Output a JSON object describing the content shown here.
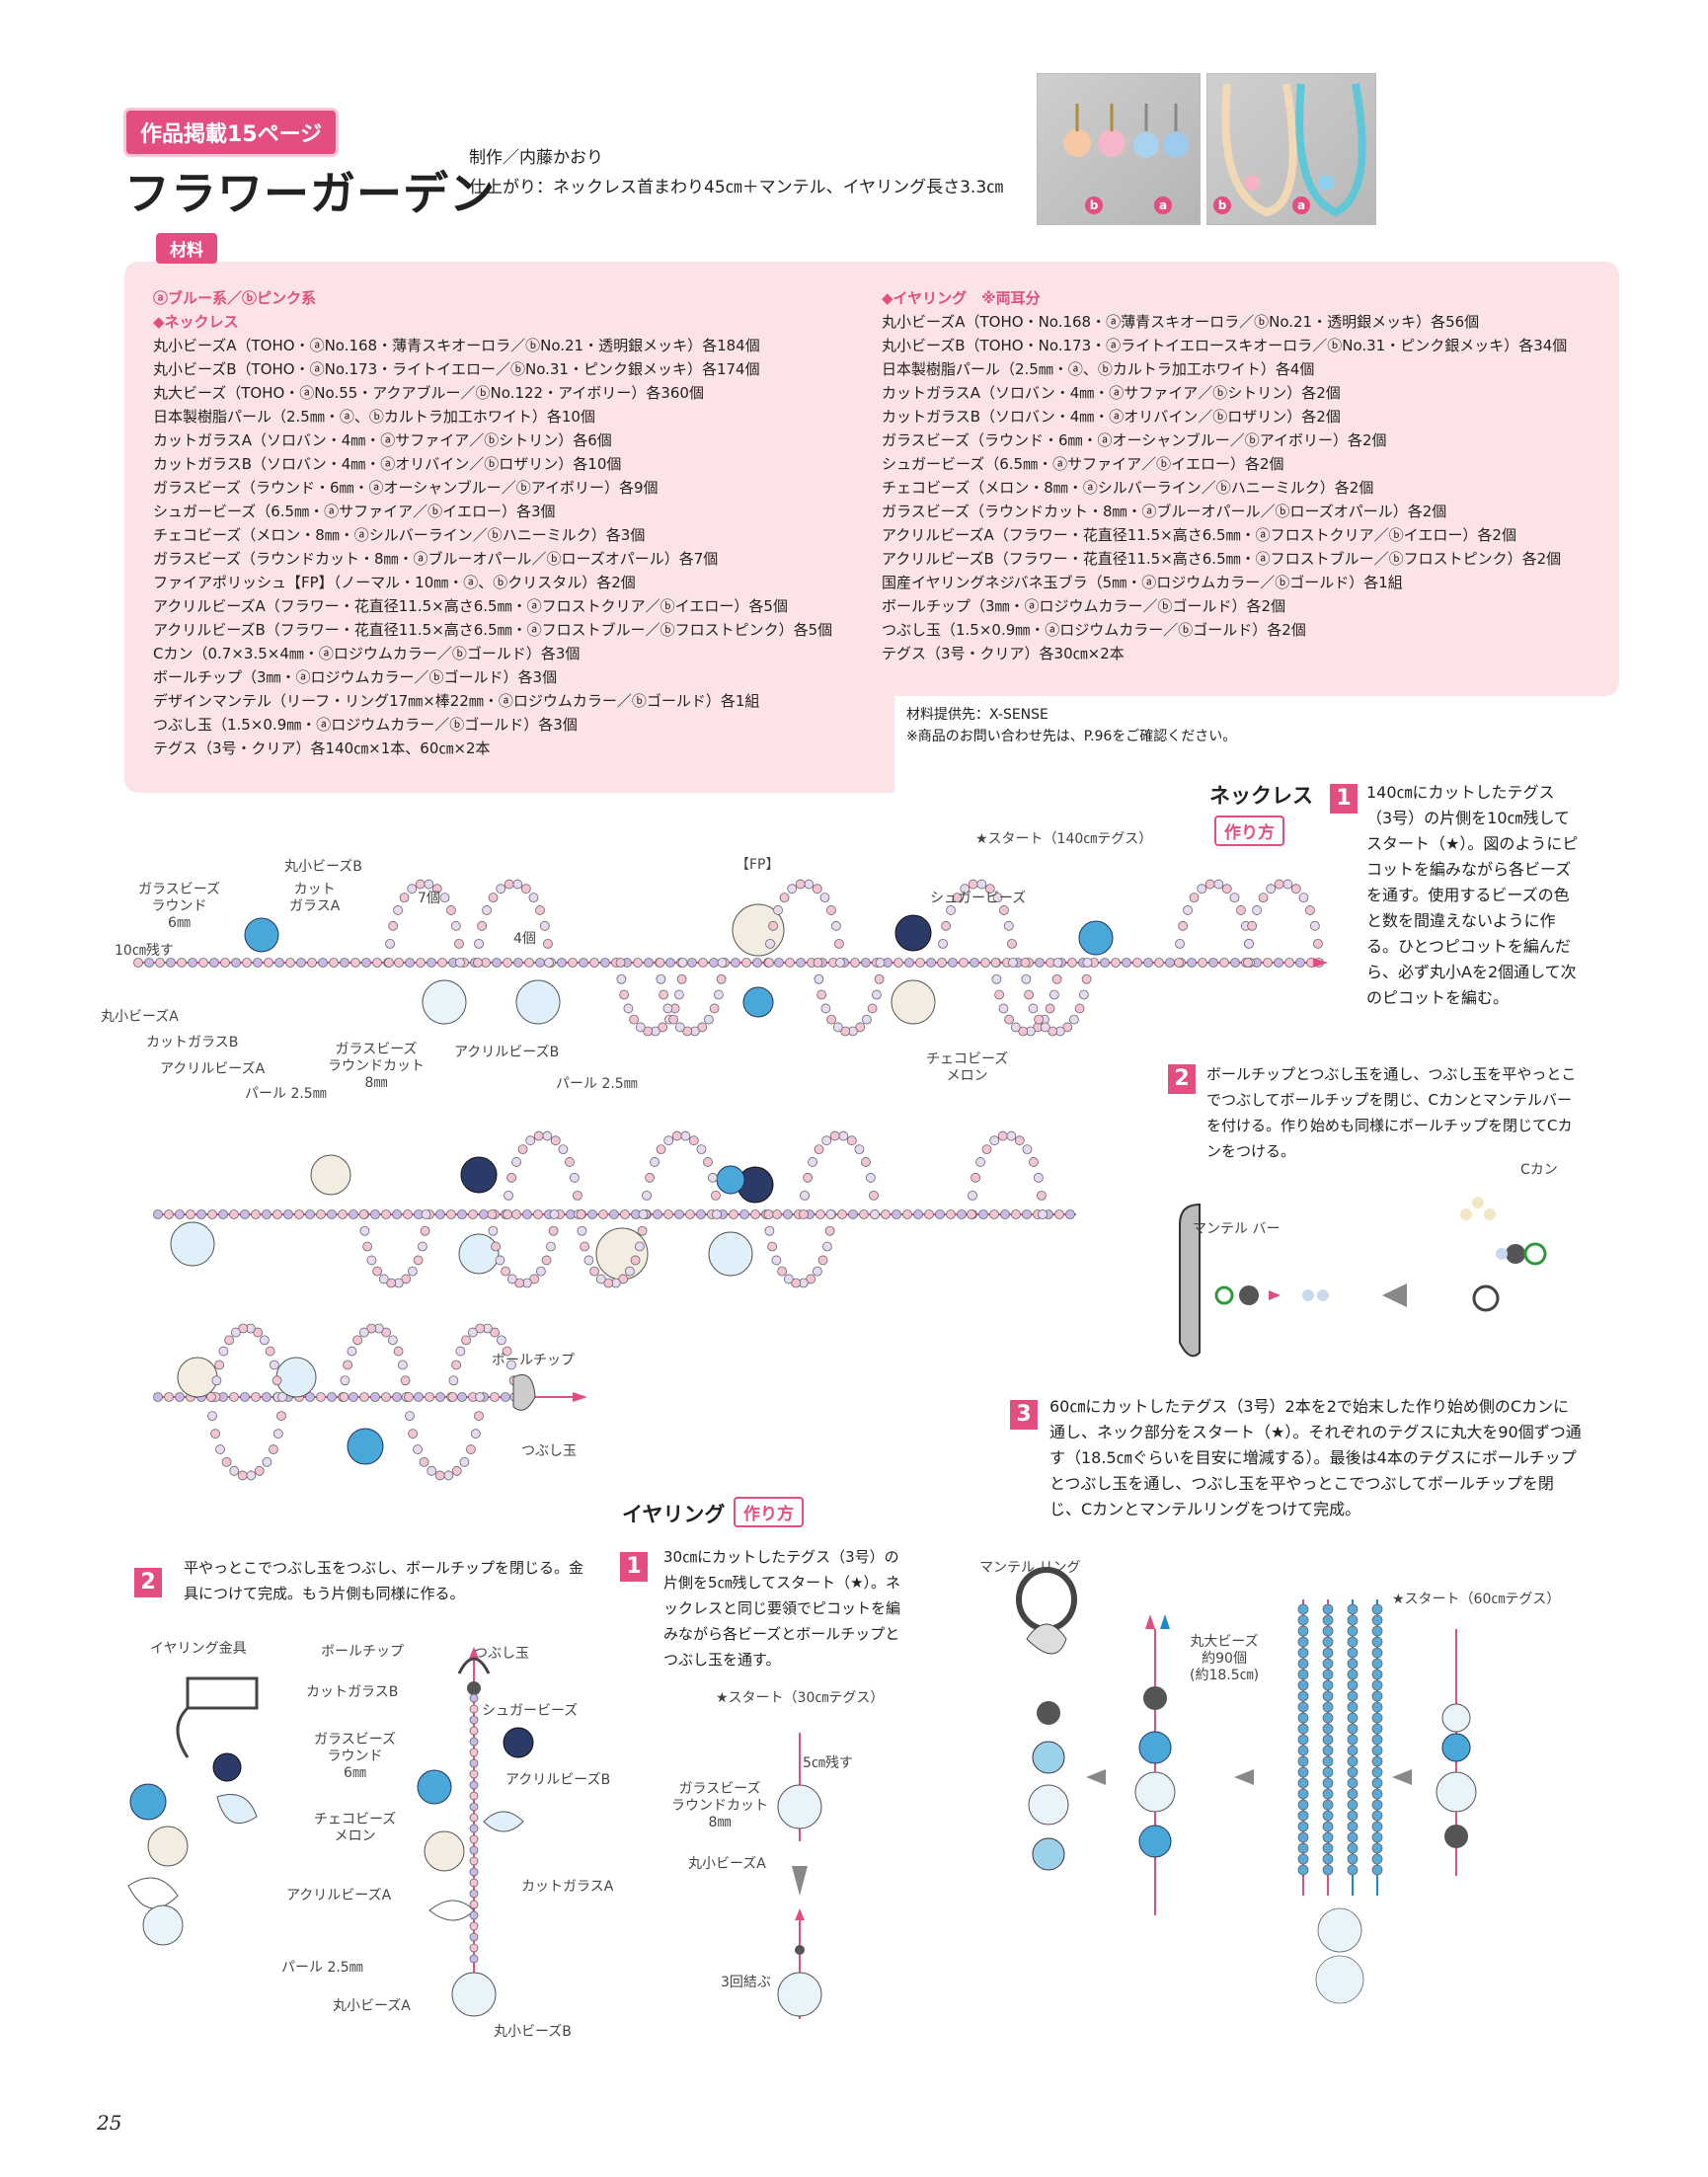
{
  "header": {
    "badge": "作品掲載15ページ",
    "title": "フラワーガーデン",
    "maker": "制作／内藤かおり",
    "finish": "仕上がり：ネックレス首まわり45㎝＋マンテル、イヤリング長さ3.3㎝",
    "photo_badges": [
      "b",
      "a",
      "b",
      "a"
    ]
  },
  "materials": {
    "tag": "材料",
    "left_header": "ⓐブルー系／ⓑピンク系",
    "left_sub": "◆ネックレス",
    "left_items": [
      "丸小ビーズA（TOHO・ⓐNo.168・薄青スキオーロラ／ⓑNo.21・透明銀メッキ）各184個",
      "丸小ビーズB（TOHO・ⓐNo.173・ライトイエロー／ⓑNo.31・ピンク銀メッキ）各174個",
      "丸大ビーズ（TOHO・ⓐNo.55・アクアブルー／ⓑNo.122・アイボリー）各360個",
      "日本製樹脂パール（2.5㎜・ⓐ、ⓑカルトラ加工ホワイト）各10個",
      "カットガラスA（ソロバン・4㎜・ⓐサファイア／ⓑシトリン）各6個",
      "カットガラスB（ソロバン・4㎜・ⓐオリバイン／ⓑロザリン）各10個",
      "ガラスビーズ（ラウンド・6㎜・ⓐオーシャンブルー／ⓑアイボリー）各9個",
      "シュガービーズ（6.5㎜・ⓐサファイア／ⓑイエロー）各3個",
      "チェコビーズ（メロン・8㎜・ⓐシルバーライン／ⓑハニーミルク）各3個",
      "ガラスビーズ（ラウンドカット・8㎜・ⓐブルーオパール／ⓑローズオパール）各7個",
      "ファイアポリッシュ【FP】（ノーマル・10㎜・ⓐ、ⓑクリスタル）各2個",
      "アクリルビーズA（フラワー・花直径11.5×高さ6.5㎜・ⓐフロストクリア／ⓑイエロー）各5個",
      "アクリルビーズB（フラワー・花直径11.5×高さ6.5㎜・ⓐフロストブルー／ⓑフロストピンク）各5個",
      "Cカン（0.7×3.5×4㎜・ⓐロジウムカラー／ⓑゴールド）各3個",
      "ボールチップ（3㎜・ⓐロジウムカラー／ⓑゴールド）各3個",
      "デザインマンテル（リーフ・リング17㎜×棒22㎜・ⓐロジウムカラー／ⓑゴールド）各1組",
      "つぶし玉（1.5×0.9㎜・ⓐロジウムカラー／ⓑゴールド）各3個",
      "テグス（3号・クリア）各140㎝×1本、60㎝×2本"
    ],
    "right_header": "◆イヤリング　※両耳分",
    "right_items": [
      "丸小ビーズA（TOHO・No.168・ⓐ薄青スキオーロラ／ⓑNo.21・透明銀メッキ）各56個",
      "丸小ビーズB（TOHO・No.173・ⓐライトイエロースキオーロラ／ⓑNo.31・ピンク銀メッキ）各34個",
      "日本製樹脂パール（2.5㎜・ⓐ、ⓑカルトラ加工ホワイト）各4個",
      "カットガラスA（ソロバン・4㎜・ⓐサファイア／ⓑシトリン）各2個",
      "カットガラスB（ソロバン・4㎜・ⓐオリバイン／ⓑロザリン）各2個",
      "ガラスビーズ（ラウンド・6㎜・ⓐオーシャンブルー／ⓑアイボリー）各2個",
      "シュガービーズ（6.5㎜・ⓐサファイア／ⓑイエロー）各2個",
      "チェコビーズ（メロン・8㎜・ⓐシルバーライン／ⓑハニーミルク）各2個",
      "ガラスビーズ（ラウンドカット・8㎜・ⓐブルーオパール／ⓑローズオパール）各2個",
      "アクリルビーズA（フラワー・花直径11.5×高さ6.5㎜・ⓐフロストクリア／ⓑイエロー）各2個",
      "アクリルビーズB（フラワー・花直径11.5×高さ6.5㎜・ⓐフロストブルー／ⓑフロストピンク）各2個",
      "国産イヤリングネジバネ玉ブラ（5㎜・ⓐロジウムカラー／ⓑゴールド）各1組",
      "ボールチップ（3㎜・ⓐロジウムカラー／ⓑゴールド）各2個",
      "つぶし玉（1.5×0.9㎜・ⓐロジウムカラー／ⓑゴールド）各2個",
      "テグス（3号・クリア）各30㎝×2本"
    ],
    "supplier_1": "材料提供先：X-SENSE",
    "supplier_2": "※商品のお問い合わせ先は、P.96をご確認ください。"
  },
  "necklace": {
    "title": "ネックレス",
    "howto": "作り方",
    "start_label": "★スタート（140㎝テグス）",
    "steps": [
      {
        "num": "1",
        "text": "140㎝にカットしたテグス（3号）の片側を10㎝残してスタート（★）。図のようにピコットを編みながら各ビーズを通す。使用するビーズの色と数を間違えないように作る。ひとつピコットを編んだら、必ず丸小Aを2個通して次のピコットを編む。"
      },
      {
        "num": "2",
        "text": "ボールチップとつぶし玉を通し、つぶし玉を平やっとこでつぶしてボールチップを閉じ、Cカンとマンテルバーを付ける。作り始めも同様にボールチップを閉じてCカンをつける。"
      },
      {
        "num": "3",
        "text": "60㎝にカットしたテグス（3号）2本を2で始末した作り始め側のCカンに通し、ネック部分をスタート（★）。それぞれのテグスに丸大を90個ずつ通す（18.5㎝ぐらいを目安に増減する）。最後は4本のテグスにボールチップとつぶし玉を通し、つぶし玉を平やっとこでつぶしてボールチップを閉じ、Cカンとマンテルリングをつけて完成。"
      }
    ],
    "labels": {
      "glass_round": "ガラスビーズ\nラウンド\n6㎜",
      "small_b": "丸小ビーズB",
      "cut_a": "カット\nガラスA",
      "seven": "7個",
      "four": "4個",
      "fp": "【FP】",
      "sugar": "シュガービーズ",
      "ten_cm": "10㎝残す",
      "small_a": "丸小ビーズA",
      "cut_b": "カットガラスB",
      "acrylic_a": "アクリルビーズA",
      "pearl1": "パール 2.5㎜",
      "round_cut": "ガラスビーズ\nラウンドカット\n8㎜",
      "acrylic_b": "アクリルビーズB",
      "pearl2": "パール 2.5㎜",
      "czech": "チェコビーズ\nメロン",
      "ball_tip": "ボールチップ",
      "crimp": "つぶし玉",
      "mantel_bar": "マンテル バー",
      "c_kan": "Cカン",
      "mantel_ring": "マンテル リング",
      "start60": "★スタート（60㎝テグス）",
      "large_beads": "丸大ビーズ\n約90個\n(約18.5㎝)"
    }
  },
  "earring": {
    "title": "イヤリング",
    "howto": "作り方",
    "steps": [
      {
        "num": "1",
        "text": "30㎝にカットしたテグス（3号）の片側を5㎝残してスタート（★）。ネックレスと同じ要領でピコットを編みながら各ビーズとボールチップとつぶし玉を通す。"
      },
      {
        "num": "2",
        "text": "平やっとこでつぶし玉をつぶし、ボールチップを閉じる。金具につけて完成。もう片側も同様に作る。"
      }
    ],
    "labels": {
      "fitting": "イヤリング金具",
      "ball_tip": "ボールチップ",
      "crimp": "つぶし玉",
      "cut_b": "カットガラスB",
      "sugar": "シュガービーズ",
      "glass_round": "ガラスビーズ\nラウンド\n6㎜",
      "acrylic_b": "アクリルビーズB",
      "czech": "チェコビーズ\nメロン",
      "cut_a": "カットガラスA",
      "acrylic_a": "アクリルビーズA",
      "pearl": "パール 2.5㎜",
      "small_a": "丸小ビーズA",
      "small_b": "丸小ビーズB",
      "start30": "★スタート（30㎝テグス）",
      "five_cm": "5㎝残す",
      "round_cut": "ガラスビーズ\nラウンドカット\n8㎜",
      "small_a2": "丸小ビーズA",
      "knot": "3回結ぶ"
    }
  },
  "page_number": "25",
  "colors": {
    "accent": "#e44d7f",
    "material_bg": "#fbe3e6",
    "bead_blue": "#4aa8d8",
    "thread": "#e44d7f"
  }
}
